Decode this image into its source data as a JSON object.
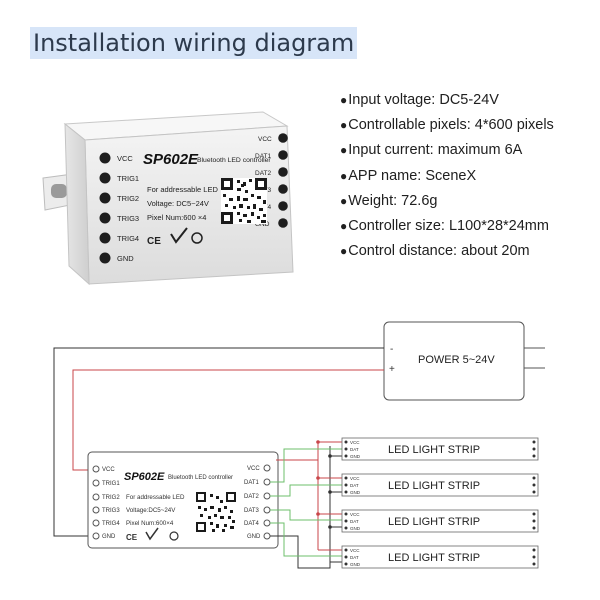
{
  "header": {
    "title": "Installation wiring diagram"
  },
  "specs": [
    {
      "bullet": "●",
      "text": "Input voltage: DC5-24V"
    },
    {
      "bullet": "●",
      "text": "Controllable pixels: 4*600 pixels"
    },
    {
      "bullet": "●",
      "text": "Input current: maximum 6A"
    },
    {
      "bullet": "●",
      "text": "APP name: SceneX"
    },
    {
      "bullet": "●",
      "text": "Weight: 72.6g"
    },
    {
      "bullet": "●",
      "text": "Controller size: L100*28*24mm"
    },
    {
      "bullet": "●",
      "text": "Control distance: about 20m"
    }
  ],
  "device": {
    "model": "SP602E",
    "subtitle": "Bluetooth LED controller",
    "line1": "For addressable LED",
    "line2": "Voltage: DC5~24V",
    "line3": "Pixel Num:600 ×4",
    "left_labels": [
      "VCC",
      "TRIG1",
      "TRIG2",
      "TRIG3",
      "TRIG4",
      "GND"
    ],
    "right_labels": [
      "VCC",
      "DAT1",
      "DAT2",
      "DAT3",
      "DAT4",
      "GND"
    ],
    "ce_mark": "CE"
  },
  "diagram": {
    "power": {
      "label": "POWER 5~24V",
      "minus": "-",
      "plus": "+"
    },
    "controller": {
      "model": "SP602E",
      "subtitle": "Bluetooth LED controller",
      "line1": "For addressable LED",
      "line2": "Voltage:DC5~24V",
      "line3": "Pixel Num:600×4",
      "ce_mark": "CE",
      "left_labels": [
        "VCC",
        "TRIG1",
        "TRIG2",
        "TRIG3",
        "TRIG4",
        "GND"
      ],
      "right_labels": [
        "VCC",
        "DAT1",
        "DAT2",
        "DAT3",
        "DAT4",
        "GND"
      ]
    },
    "strips": [
      {
        "label": "LED LIGHT STRIP",
        "pins": [
          "VCC",
          "DAT",
          "GND"
        ]
      },
      {
        "label": "LED LIGHT STRIP",
        "pins": [
          "VCC",
          "DAT",
          "GND"
        ]
      },
      {
        "label": "LED LIGHT STRIP",
        "pins": [
          "VCC",
          "DAT",
          "GND"
        ]
      },
      {
        "label": "LED LIGHT STRIP",
        "pins": [
          "VCC",
          "DAT",
          "GND"
        ]
      }
    ],
    "colors": {
      "red_wire": "#c9464a",
      "green_wire": "#6cbf6b",
      "black_wire": "#333333"
    }
  }
}
